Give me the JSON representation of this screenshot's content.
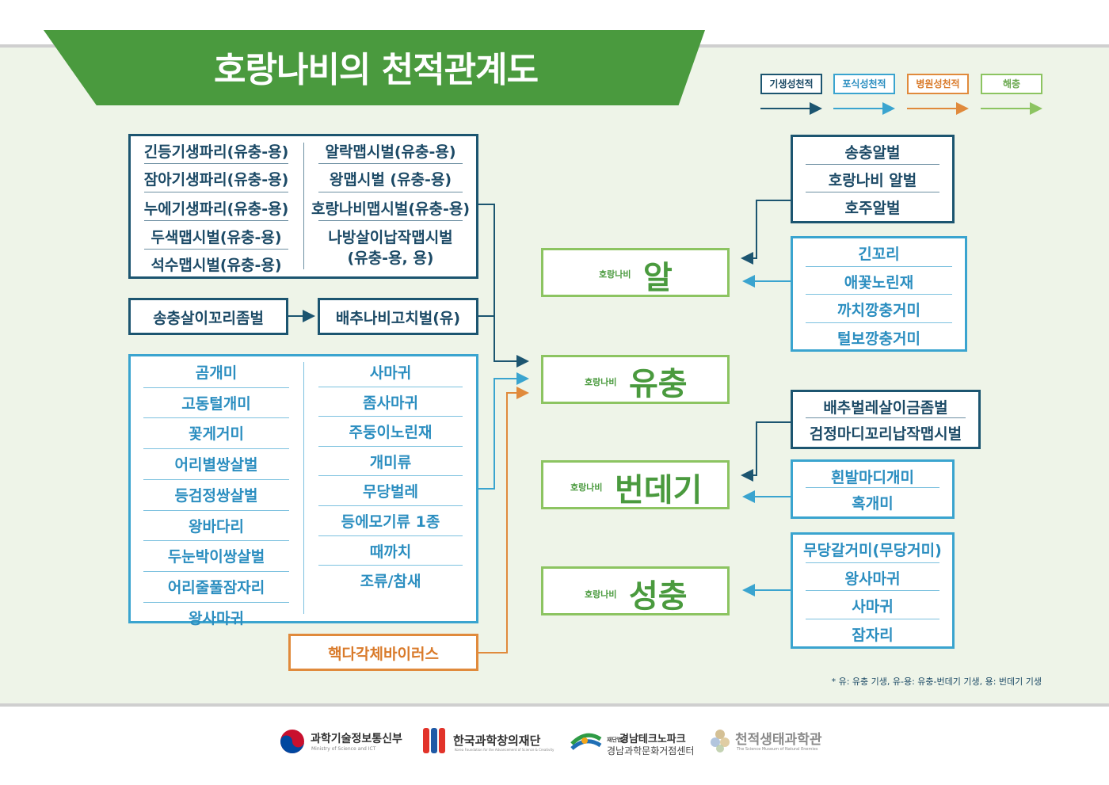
{
  "title": "호랑나비의 천적관계도",
  "legend": [
    {
      "label": "기생성천적",
      "color": "#1c5570"
    },
    {
      "label": "포식성천적",
      "color": "#3aa4cf"
    },
    {
      "label": "병원성천적",
      "color": "#e08a3c"
    },
    {
      "label": "해충",
      "color": "#8cc461"
    }
  ],
  "stage_prefix": "호랑나비",
  "stages": [
    "알",
    "유충",
    "번데기",
    "성충"
  ],
  "larva_parasitoids": {
    "left": [
      "긴등기생파리(유충-용)",
      "잠아기생파리(유충-용)",
      "누에기생파리(유충-용)",
      "두색맵시벌(유충-용)",
      "석수맵시벌(유충-용)"
    ],
    "right": [
      "알락맵시벌(유충-용)",
      "왕맵시벌 (유충-용)",
      "호랑나비맵시벌(유충-용)",
      "나방살이납작맵시벌",
      "(유충-용, 용)"
    ]
  },
  "hyperparasite_chain": {
    "from": "송충살이꼬리좀벌",
    "to": "배추나비고치벌(유)"
  },
  "larva_predators": {
    "left": [
      "곰개미",
      "고동털개미",
      "꽃게거미",
      "어리별쌍살벌",
      "등검정쌍살벌",
      "왕바다리",
      "두눈박이쌍살벌",
      "어리줄풀잠자리",
      "왕사마귀"
    ],
    "right": [
      "사마귀",
      "좀사마귀",
      "주둥이노린재",
      "개미류",
      "무당벌레",
      "등에모기류 1종",
      "때까치",
      "조류/참새"
    ]
  },
  "larva_pathogen": "핵다각체바이러스",
  "egg_parasitoids": [
    "송충알벌",
    "호랑나비 알벌",
    "호주알벌"
  ],
  "egg_predators": [
    "긴꼬리",
    "애꽃노린재",
    "까치깡충거미",
    "털보깡충거미"
  ],
  "pupa_parasitoids": [
    "배추벌레살이금좀벌",
    "검정마디꼬리납작맵시벌"
  ],
  "pupa_predators": [
    "흰발마디개미",
    "혹개미"
  ],
  "adult_predators": [
    "무당갈거미(무당거미)",
    "왕사마귀",
    "사마귀",
    "잠자리"
  ],
  "footnote": "* 유: 유충 기생, 유-용: 유충-번데기 기생, 용: 번데기 기생",
  "logos": [
    {
      "name": "과학기술정보통신부",
      "sub": "Ministry of Science and ICT"
    },
    {
      "name": "한국과학창의재단",
      "sub": "Korea Foundation for the Advancement of Science & Creativity"
    },
    {
      "prefix": "재단법인",
      "name": "경남테크노파크",
      "sub": "경남과학문화거점센터"
    },
    {
      "name": "천적생태과학관",
      "sub": "The Science Museum of Natural Enemies"
    }
  ]
}
